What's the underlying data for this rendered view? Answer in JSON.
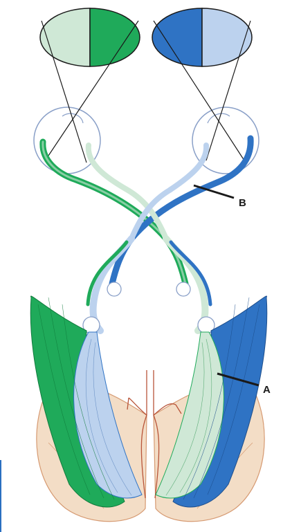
{
  "figure": {
    "labels": {
      "a": "A",
      "b": "B"
    },
    "colors": {
      "green_dark": "#1faa5a",
      "green_light": "#cfe8d6",
      "blue_dark": "#2f73c4",
      "blue_light": "#bcd2ee",
      "outline": "#1a1a1a",
      "tissue": "#f3ddc6",
      "tissue_line": "#d69a72",
      "vessel": "#b8553a"
    },
    "parts": [
      "left-visual-field",
      "right-visual-field",
      "left-eye",
      "right-eye",
      "optic-chiasm",
      "left-optic-radiation",
      "right-optic-radiation",
      "occipital-cortex"
    ]
  }
}
